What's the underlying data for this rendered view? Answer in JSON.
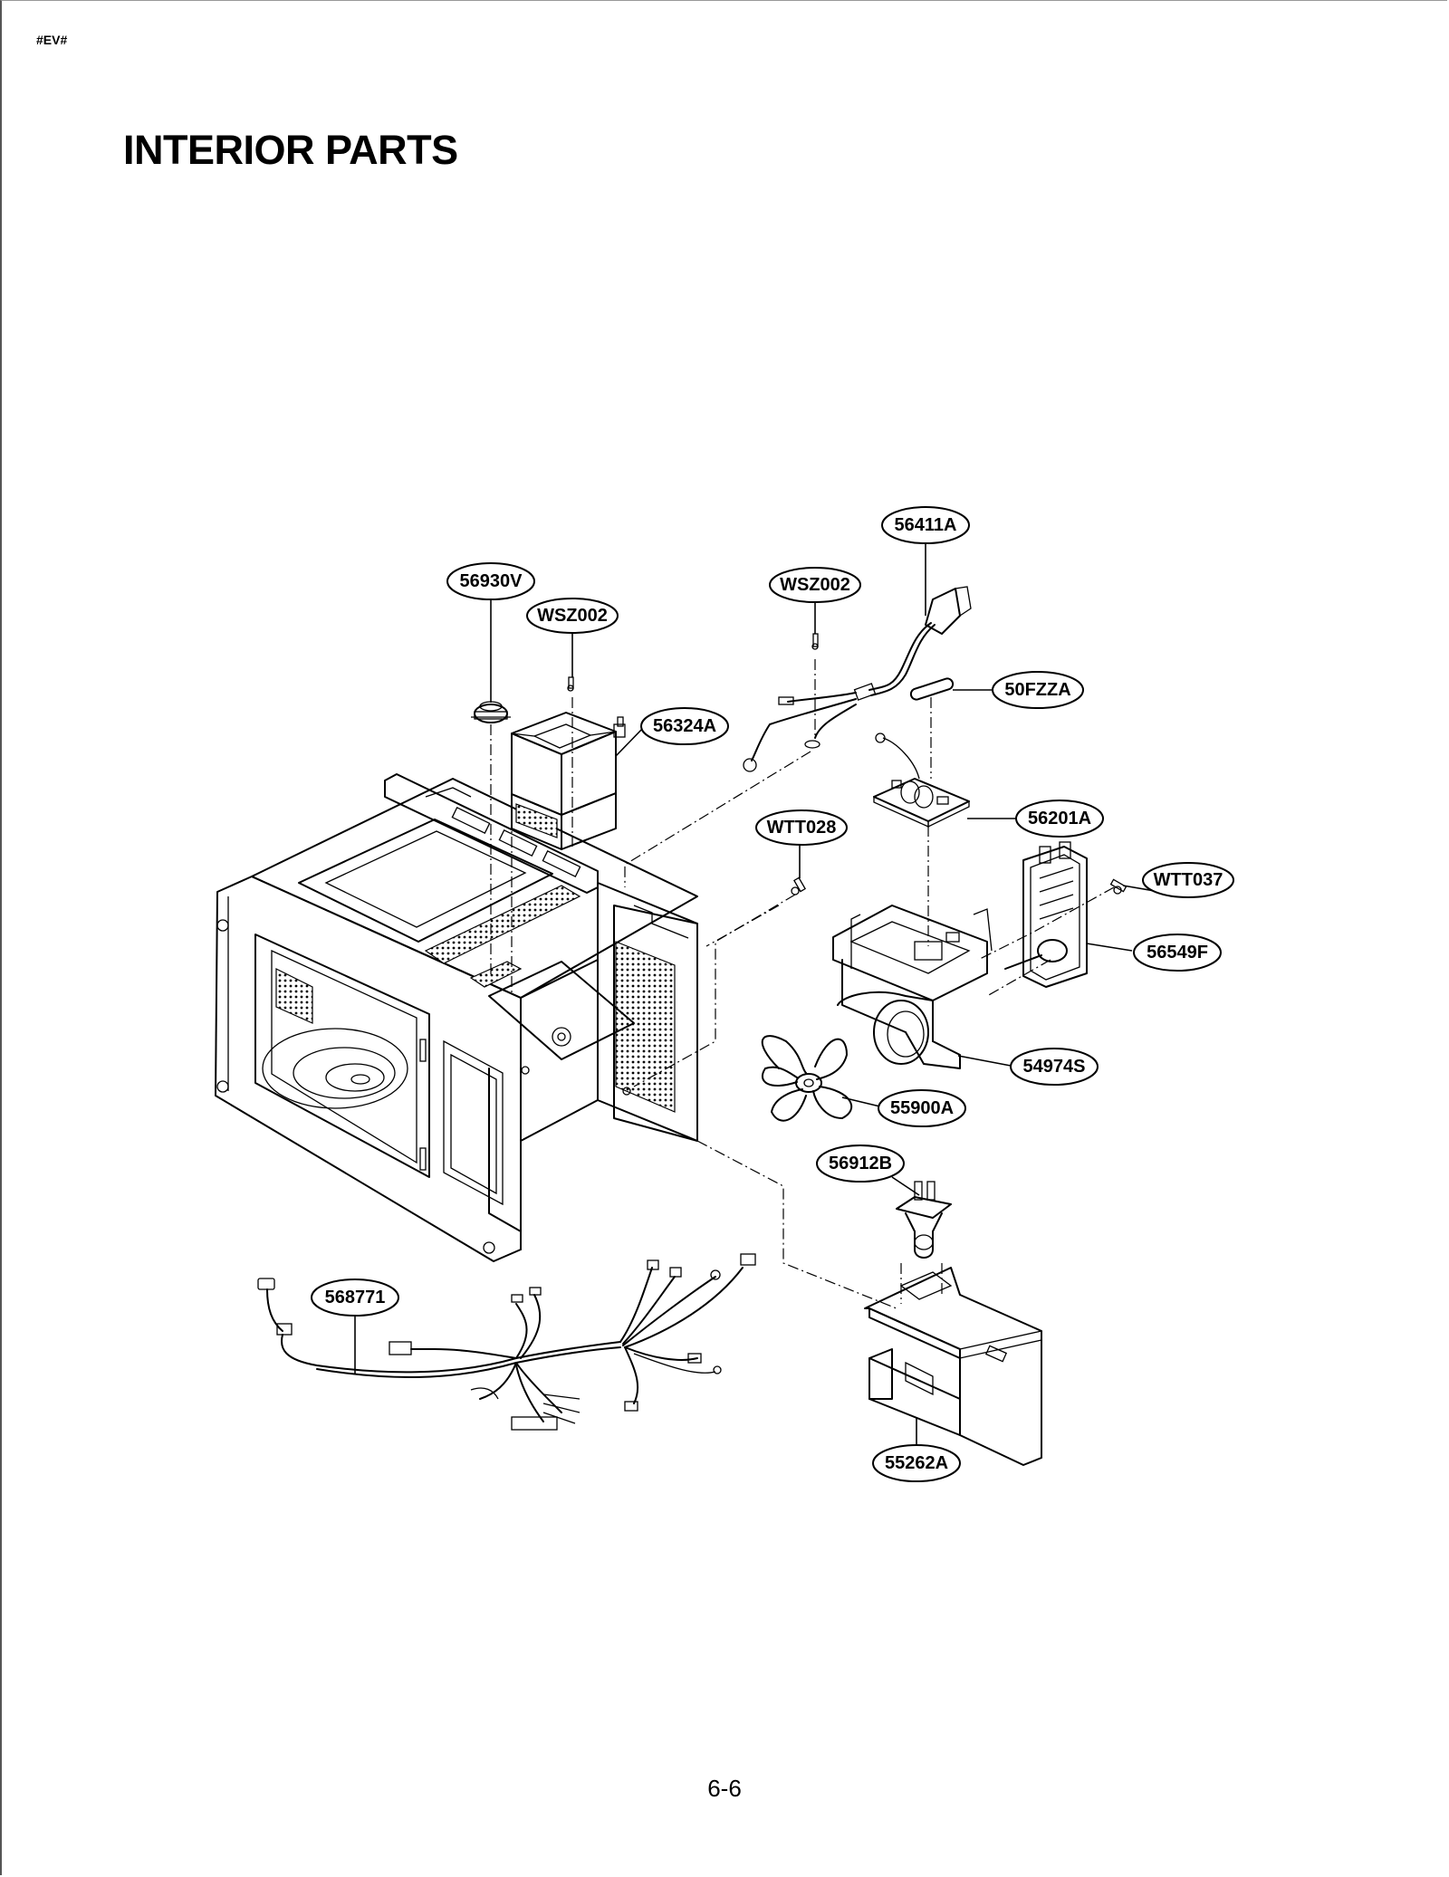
{
  "header": {
    "code": "#EV#",
    "title": "INTERIOR PARTS"
  },
  "footer": {
    "page_number": "6-6"
  },
  "callouts": [
    {
      "id": "c-56411A",
      "label": "56411A"
    },
    {
      "id": "c-56930V",
      "label": "56930V"
    },
    {
      "id": "c-WSZ002-a",
      "label": "WSZ002"
    },
    {
      "id": "c-WSZ002-b",
      "label": "WSZ002"
    },
    {
      "id": "c-50FZZA",
      "label": "50FZZA"
    },
    {
      "id": "c-56324A",
      "label": "56324A"
    },
    {
      "id": "c-WTT028",
      "label": "WTT028"
    },
    {
      "id": "c-56201A",
      "label": "56201A"
    },
    {
      "id": "c-WTT037",
      "label": "WTT037"
    },
    {
      "id": "c-56549F",
      "label": "56549F"
    },
    {
      "id": "c-54974S",
      "label": "54974S"
    },
    {
      "id": "c-55900A",
      "label": "55900A"
    },
    {
      "id": "c-56912B",
      "label": "56912B"
    },
    {
      "id": "c-568771",
      "label": "568771"
    },
    {
      "id": "c-55262A",
      "label": "55262A"
    }
  ]
}
